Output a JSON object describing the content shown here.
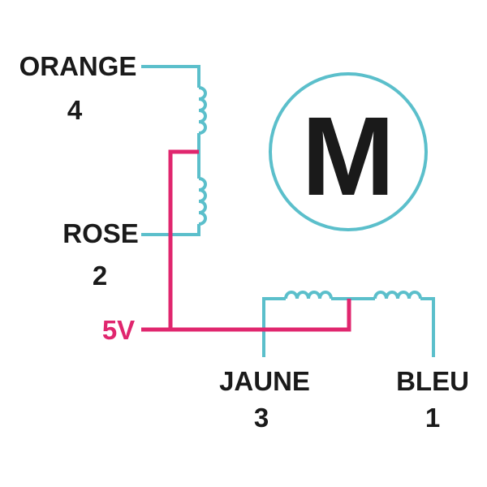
{
  "colors": {
    "wire_blue": "#5bbfcb",
    "wire_pink": "#e0266e",
    "text": "#1a1a1a",
    "motor_ring": "#5bbfcb"
  },
  "motor": {
    "letter": "M"
  },
  "wires": [
    {
      "color_name": "ORANGE",
      "number": "4"
    },
    {
      "color_name": "ROSE",
      "number": "2"
    },
    {
      "color_name": "JAUNE",
      "number": "3"
    },
    {
      "color_name": "BLEU",
      "number": "1"
    }
  ],
  "supply": {
    "label": "5V"
  }
}
